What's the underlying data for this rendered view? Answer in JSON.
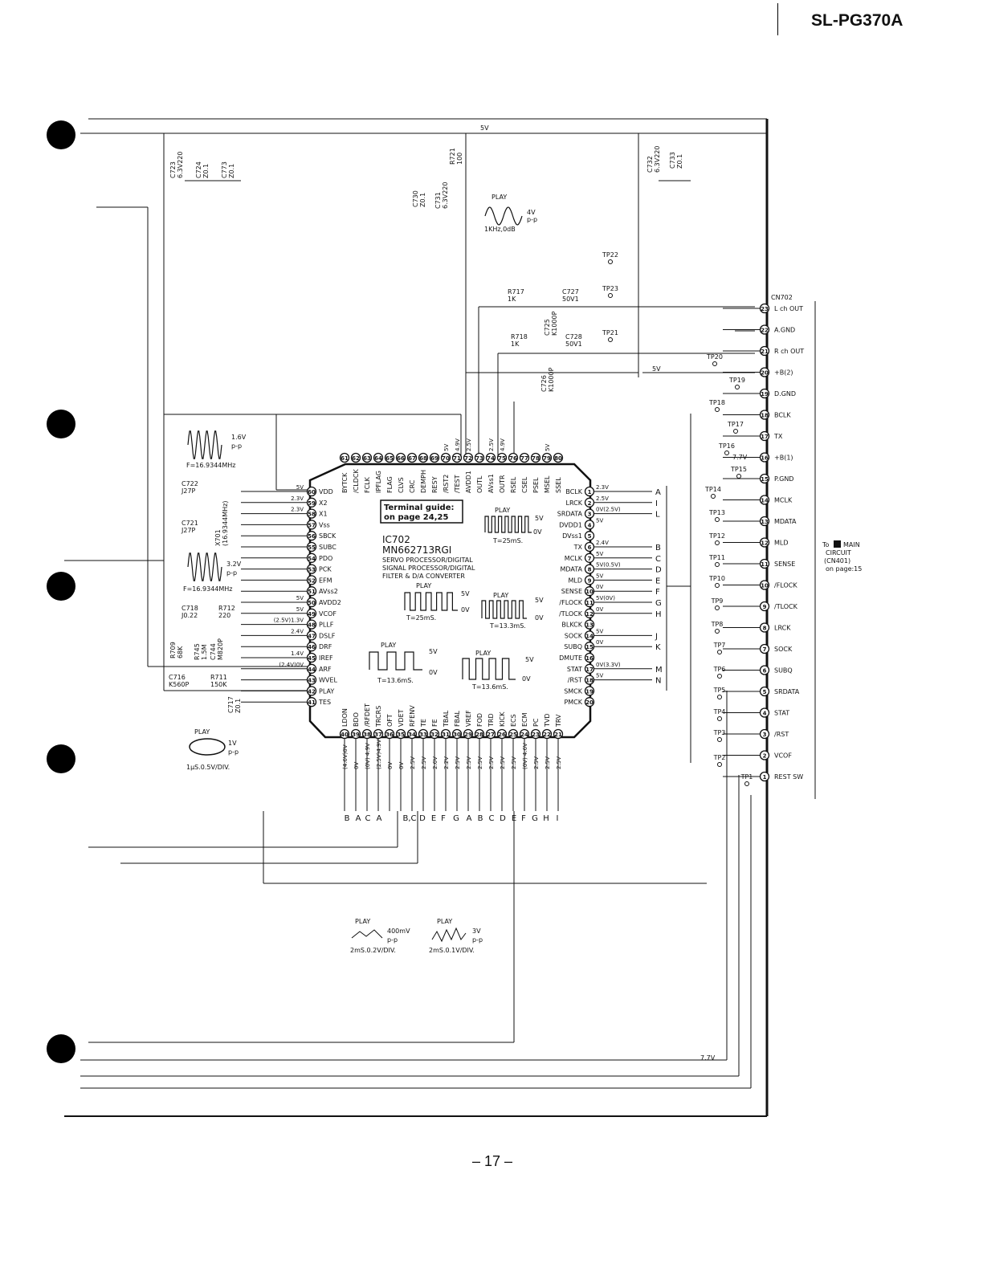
{
  "header": {
    "model": "SL-PG370A"
  },
  "footer": {
    "page_number": "– 17 –"
  },
  "ic": {
    "ref": "IC702",
    "part": "MN662713RGI",
    "desc1": "SERVO PROCESSOR/DIGITAL",
    "desc2": "SIGNAL PROCESSOR/DIGITAL",
    "desc3": "FILTER & D/A CONVERTER",
    "terminal_guide1": "Terminal guide:",
    "terminal_guide2": "on page 24,25"
  },
  "connector": {
    "ref": "CN702",
    "to_label": "To",
    "dest1": "MAIN",
    "dest2": "CIRCUIT",
    "dest3": "(CN401)",
    "dest4": "on page:15",
    "pins": [
      {
        "num": "23",
        "name": "L ch OUT"
      },
      {
        "num": "22",
        "name": "A.GND"
      },
      {
        "num": "21",
        "name": "R ch OUT"
      },
      {
        "num": "20",
        "name": "+B(2)"
      },
      {
        "num": "19",
        "name": "D.GND"
      },
      {
        "num": "18",
        "name": "BCLK"
      },
      {
        "num": "17",
        "name": "TX"
      },
      {
        "num": "16",
        "name": "+B(1)"
      },
      {
        "num": "15",
        "name": "P.GND"
      },
      {
        "num": "14",
        "name": "MCLK"
      },
      {
        "num": "13",
        "name": "MDATA"
      },
      {
        "num": "12",
        "name": "MLD"
      },
      {
        "num": "11",
        "name": "SENSE"
      },
      {
        "num": "10",
        "name": "/FLOCK"
      },
      {
        "num": "9",
        "name": "/TLOCK"
      },
      {
        "num": "8",
        "name": "LRCK"
      },
      {
        "num": "7",
        "name": "SOCK"
      },
      {
        "num": "6",
        "name": "SUBQ"
      },
      {
        "num": "5",
        "name": "SRDATA"
      },
      {
        "num": "4",
        "name": "STAT"
      },
      {
        "num": "3",
        "name": "/RST"
      },
      {
        "num": "2",
        "name": "VCOF"
      },
      {
        "num": "1",
        "name": "REST SW"
      }
    ]
  },
  "left_pins": [
    {
      "num": "60",
      "name": "VDD",
      "v": "5V"
    },
    {
      "num": "59",
      "name": "X2",
      "v": "2.3V"
    },
    {
      "num": "58",
      "name": "X1",
      "v": "2.3V"
    },
    {
      "num": "57",
      "name": "Vss",
      "v": ""
    },
    {
      "num": "56",
      "name": "SBCK",
      "v": ""
    },
    {
      "num": "55",
      "name": "SUBC",
      "v": ""
    },
    {
      "num": "54",
      "name": "PDO",
      "v": ""
    },
    {
      "num": "53",
      "name": "PCK",
      "v": ""
    },
    {
      "num": "52",
      "name": "EFM",
      "v": ""
    },
    {
      "num": "51",
      "name": "AVss2",
      "v": ""
    },
    {
      "num": "50",
      "name": "AVDD2",
      "v": "5V"
    },
    {
      "num": "49",
      "name": "VCOF",
      "v": "5V"
    },
    {
      "num": "48",
      "name": "PLLF",
      "v": "(2.5V)1.3V"
    },
    {
      "num": "47",
      "name": "DSLF",
      "v": "2.4V"
    },
    {
      "num": "46",
      "name": "DRF",
      "v": ""
    },
    {
      "num": "45",
      "name": "IREF",
      "v": "1.4V"
    },
    {
      "num": "44",
      "name": "ARF",
      "v": "(2.4V)0V"
    },
    {
      "num": "43",
      "name": "WVEL",
      "v": ""
    },
    {
      "num": "42",
      "name": "PLAY",
      "v": ""
    },
    {
      "num": "41",
      "name": "TES",
      "v": ""
    }
  ],
  "right_pins": [
    {
      "num": "1",
      "name": "BCLK",
      "v": "2.3V",
      "bus": "A"
    },
    {
      "num": "2",
      "name": "LRCK",
      "v": "2.5V",
      "bus": "I"
    },
    {
      "num": "3",
      "name": "SRDATA",
      "v": "0V(2.5V)",
      "bus": "L"
    },
    {
      "num": "4",
      "name": "DVDD1",
      "v": "5V",
      "bus": ""
    },
    {
      "num": "5",
      "name": "DVss1",
      "v": "",
      "bus": ""
    },
    {
      "num": "6",
      "name": "TX",
      "v": "2.4V",
      "bus": "B"
    },
    {
      "num": "7",
      "name": "MCLK",
      "v": "5V",
      "bus": "C"
    },
    {
      "num": "8",
      "name": "MDATA",
      "v": "5V(0.5V)",
      "bus": "D"
    },
    {
      "num": "9",
      "name": "MLD",
      "v": "5V",
      "bus": "E"
    },
    {
      "num": "10",
      "name": "SENSE",
      "v": "0V",
      "bus": "F"
    },
    {
      "num": "11",
      "name": "/FLOCK",
      "v": "5V(0V)",
      "bus": "G"
    },
    {
      "num": "12",
      "name": "/TLOCK",
      "v": "0V",
      "bus": "H"
    },
    {
      "num": "13",
      "name": "BLKCK",
      "v": "",
      "bus": ""
    },
    {
      "num": "14",
      "name": "SOCK",
      "v": "5V",
      "bus": "J"
    },
    {
      "num": "15",
      "name": "SUBQ",
      "v": "0V",
      "bus": "K"
    },
    {
      "num": "16",
      "name": "DMUTE",
      "v": "",
      "bus": ""
    },
    {
      "num": "17",
      "name": "STAT",
      "v": "0V(3.3V)",
      "bus": "M"
    },
    {
      "num": "18",
      "name": "/RST",
      "v": "5V",
      "bus": "N"
    },
    {
      "num": "19",
      "name": "SMCK",
      "v": "",
      "bus": ""
    },
    {
      "num": "20",
      "name": "PMCK",
      "v": "",
      "bus": ""
    }
  ],
  "top_pins": [
    {
      "num": "61",
      "name": "BYTCK",
      "v": ""
    },
    {
      "num": "62",
      "name": "/CLDCK",
      "v": ""
    },
    {
      "num": "63",
      "name": "FCLK",
      "v": ""
    },
    {
      "num": "64",
      "name": "IPFLAG",
      "v": ""
    },
    {
      "num": "65",
      "name": "FLAG",
      "v": ""
    },
    {
      "num": "66",
      "name": "CLVS",
      "v": ""
    },
    {
      "num": "67",
      "name": "CRC",
      "v": ""
    },
    {
      "num": "68",
      "name": "DEMPH",
      "v": ""
    },
    {
      "num": "69",
      "name": "RESY",
      "v": ""
    },
    {
      "num": "70",
      "name": "/RST2",
      "v": "5V"
    },
    {
      "num": "71",
      "name": "/TEST",
      "v": "4.9V"
    },
    {
      "num": "72",
      "name": "AVDD1",
      "v": "2.5V"
    },
    {
      "num": "73",
      "name": "OUTL",
      "v": ""
    },
    {
      "num": "74",
      "name": "AVss1",
      "v": "2.5V"
    },
    {
      "num": "75",
      "name": "OUTR",
      "v": "4.9V"
    },
    {
      "num": "76",
      "name": "RSEL",
      "v": ""
    },
    {
      "num": "77",
      "name": "CSEL",
      "v": ""
    },
    {
      "num": "78",
      "name": "PSEL",
      "v": ""
    },
    {
      "num": "79",
      "name": "MSEL",
      "v": "5V"
    },
    {
      "num": "80",
      "name": "SSEL",
      "v": ""
    }
  ],
  "bottom_pins": [
    {
      "num": "40",
      "name": "LDON",
      "v": "(4.6V)0V"
    },
    {
      "num": "39",
      "name": "BDO",
      "v": "0V"
    },
    {
      "num": "38",
      "name": "/RFDET",
      "v": "(0V) 4.9V"
    },
    {
      "num": "37",
      "name": "TRCRS",
      "v": "(2.5V)4.9V"
    },
    {
      "num": "36",
      "name": "OFT",
      "v": "0V"
    },
    {
      "num": "35",
      "name": "VDET",
      "v": "0V"
    },
    {
      "num": "34",
      "name": "RFENV",
      "v": "2.5V"
    },
    {
      "num": "33",
      "name": "TE",
      "v": "2.5V"
    },
    {
      "num": "32",
      "name": "FE",
      "v": "2.6V"
    },
    {
      "num": "31",
      "name": "TBAL",
      "v": "2.2V"
    },
    {
      "num": "30",
      "name": "FBAL",
      "v": "2.5V"
    },
    {
      "num": "29",
      "name": "VREF",
      "v": "2.5V"
    },
    {
      "num": "28",
      "name": "FOD",
      "v": "2.5V"
    },
    {
      "num": "27",
      "name": "TRD",
      "v": "2.5V"
    },
    {
      "num": "26",
      "name": "KICK",
      "v": "2.5V"
    },
    {
      "num": "25",
      "name": "ECS",
      "v": "2.5V"
    },
    {
      "num": "24",
      "name": "ECM",
      "v": "(0V) 4.6V"
    },
    {
      "num": "23",
      "name": "PC",
      "v": "2.5V"
    },
    {
      "num": "22",
      "name": "TVD",
      "v": "2.5V"
    },
    {
      "num": "21",
      "name": "TRV",
      "v": "2.5V"
    }
  ],
  "bottom_bus": [
    "B",
    "A",
    "C",
    "A",
    "B,C",
    "D",
    "E",
    "F",
    "G",
    "A",
    "B",
    "C",
    "D",
    "E",
    "F",
    "G",
    "H",
    "I"
  ],
  "test_points": [
    "TP22",
    "TP23",
    "TP21",
    "TP20",
    "TP19",
    "TP18",
    "TP17",
    "TP16",
    "TP15",
    "TP14",
    "TP13",
    "TP12",
    "TP11",
    "TP10",
    "TP9",
    "TP8",
    "TP7",
    "TP6",
    "TP5",
    "TP4",
    "TP3",
    "TP2",
    "TP1"
  ],
  "components": {
    "c723": [
      "C723",
      "6.3V220"
    ],
    "c724": [
      "C724",
      "Z0.1"
    ],
    "c773": [
      "C773",
      "Z0.1"
    ],
    "r721": [
      "R721",
      "100"
    ],
    "c730": [
      "C730",
      "Z0.1"
    ],
    "c731": [
      "C731",
      "6.3V220"
    ],
    "c732": [
      "C732",
      "6.3V220"
    ],
    "c733": [
      "C733",
      "Z0.1"
    ],
    "r717": [
      "R717",
      "1K"
    ],
    "r718": [
      "R718",
      "1K"
    ],
    "c727": [
      "C727",
      "50V1"
    ],
    "c728": [
      "C728",
      "50V1"
    ],
    "c725": [
      "C725",
      "K1000P"
    ],
    "c726": [
      "C726",
      "K1000P"
    ],
    "c722": [
      "C722",
      "J27P"
    ],
    "c721": [
      "C721",
      "J27P"
    ],
    "x701": [
      "X701",
      "(16.9344MHz)"
    ],
    "c718": [
      "C718",
      "J0.22"
    ],
    "r712": [
      "R712",
      "220"
    ],
    "r709": [
      "R709",
      "68K"
    ],
    "r745": [
      "R745",
      "1.5M"
    ],
    "c744": [
      "C744",
      "M820P"
    ],
    "c716": [
      "C716",
      "K560P"
    ],
    "r711": [
      "R711",
      "150K"
    ],
    "c717": [
      "C717",
      "Z0.1"
    ]
  },
  "waveforms": {
    "w_out": [
      "PLAY",
      "4V",
      "p-p",
      "1KHz,0dB"
    ],
    "w_x1": [
      "1.6V",
      "p-p",
      "F=16.9344MHz"
    ],
    "w_x2": [
      "3.2V",
      "p-p",
      "F=16.9344MHz"
    ],
    "w_rf": [
      "PLAY",
      "1V",
      "p-p",
      "1µS.0.5V/DIV."
    ],
    "w_sr": [
      "PLAY",
      "5V",
      "0V",
      "T=25mS."
    ],
    "w_mc": [
      "PLAY",
      "5V",
      "0V",
      "T=25mS."
    ],
    "w_fl": [
      "PLAY",
      "5V",
      "0V",
      "T=13.3mS."
    ],
    "w_sq": [
      "PLAY",
      "5V",
      "0V",
      "T=13.6mS."
    ],
    "w_sb": [
      "PLAY",
      "5V",
      "0V",
      "T=13.6mS."
    ],
    "w_te": [
      "PLAY",
      "400mV",
      "p-p",
      "2mS.0.2V/DIV."
    ],
    "w_fe": [
      "PLAY",
      "3V",
      "p-p",
      "2mS.0.1V/DIV."
    ]
  },
  "voltages": {
    "top5v": "5V",
    "rail5v": "5V",
    "rail77": "7.7V",
    "bottom77": "7.7V"
  }
}
